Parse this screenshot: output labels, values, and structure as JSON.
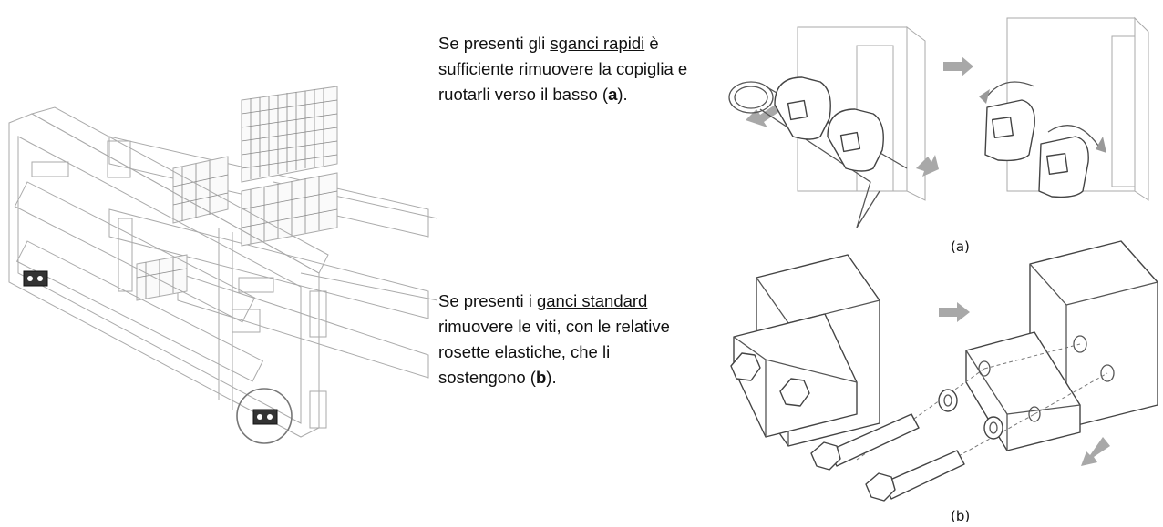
{
  "section_a": {
    "line1_pre": "Se presenti gli ",
    "line1_link": "sganci rapidi",
    "line1_post": " è",
    "line2": "sufficiente rimuovere la copiglia e",
    "line3_pre": "ruotarli verso il basso (",
    "line3_bold": "a",
    "line3_post": ").",
    "caption": "(a)"
  },
  "section_b": {
    "line1_pre": "Se presenti i ",
    "line1_link": "ganci standard",
    "line2": "rimuovere le viti, con le relative",
    "line3": "rosette elastiche, che li",
    "line4_pre": "sostengono (",
    "line4_bold": "b",
    "line4_post": ").",
    "caption": "(b)"
  },
  "icons": {
    "fork_carriage": "fork-carriage-illustration",
    "quick_release": "quick-release-hook-illustration",
    "standard_hook": "standard-hook-bolts-illustration",
    "arrow_color": "#a8a8a8"
  }
}
